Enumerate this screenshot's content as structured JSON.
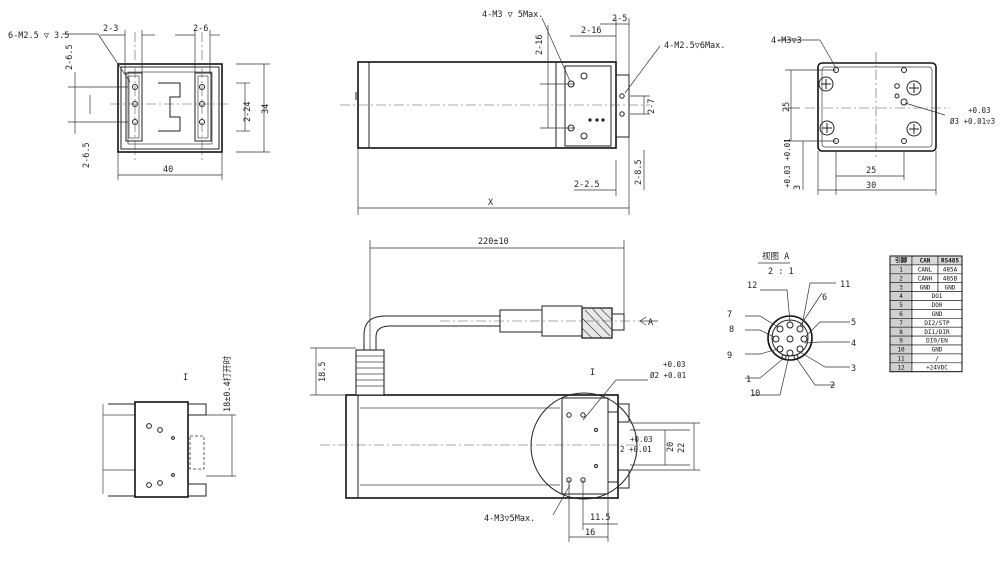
{
  "top_front": {
    "callout": "6-M2.5 ▽ 3.5",
    "d_2_3": "2-3",
    "d_2_6": "2-6",
    "d_2_6_5_top": "2-6.5",
    "d_2_6_5_bot": "2-6.5",
    "d_2_24": "2-24",
    "d_34": "34",
    "d_40": "40"
  },
  "top_side": {
    "callout_top": "4-M3 ▽ 5Max.",
    "callout_right": "4-M2.5▽6Max.",
    "d_2_5": "2-5",
    "d_2_16a": "2-16",
    "d_2_16b": "2-16",
    "d_2_7": "2-7",
    "d_2_8_5": "2-8.5",
    "d_2_2_5": "2-2.5",
    "d_X": "X"
  },
  "top_back": {
    "callout": "4-M3▽3",
    "d_25v": "25",
    "tol_v": "+0.03 +0.01",
    "d_3": "3",
    "tol_hole_a": "+0.03",
    "tol_hole_b": "Ø3 +0.01▽3",
    "d_25h": "25",
    "d_30": "30"
  },
  "bottom_left": {
    "label": "I",
    "d_18": "18±0.4打开时"
  },
  "bottom_mid": {
    "d_220": "220±10",
    "d_18_5": "18.5",
    "arrow_label": "A",
    "detail_label": "I",
    "tol_a": "+0.03",
    "tol_b": "Ø2 +0.01",
    "tol_c": "+0.03",
    "tol_d": "2 +0.01",
    "d_20": "20",
    "d_22": "22",
    "callout": "4-M3▽5Max.",
    "d_11_5": "11.5",
    "d_16": "16"
  },
  "connector": {
    "title": "视图 A",
    "scale": "2 : 1",
    "pins": [
      "12",
      "11",
      "6",
      "7",
      "8",
      "5",
      "4",
      "9",
      "1",
      "3",
      "10",
      "2"
    ]
  },
  "pin_table": {
    "headers": [
      "引脚",
      "CAN",
      "RS485"
    ],
    "rows": [
      [
        "1",
        "CANL",
        "485A"
      ],
      [
        "2",
        "CANH",
        "485B"
      ],
      [
        "3",
        "GND",
        "GND"
      ],
      [
        "4",
        "DO1",
        ""
      ],
      [
        "5",
        "DO0",
        ""
      ],
      [
        "6",
        "GND",
        ""
      ],
      [
        "7",
        "DI2/STP",
        ""
      ],
      [
        "8",
        "DI1/DIR",
        ""
      ],
      [
        "9",
        "DI0/EN",
        ""
      ],
      [
        "10",
        "GND",
        ""
      ],
      [
        "11",
        "/",
        ""
      ],
      [
        "12",
        "+24VDC",
        ""
      ]
    ]
  }
}
